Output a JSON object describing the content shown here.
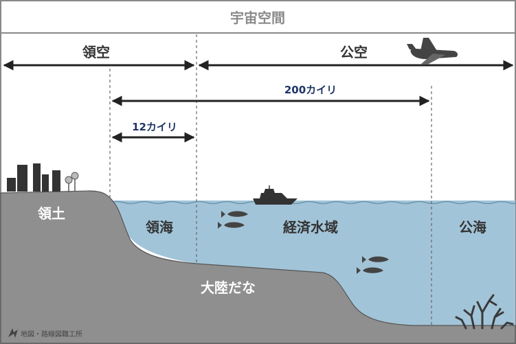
{
  "labels": {
    "space": "宇宙空間",
    "territorial_air": "領空",
    "high_air": "公空",
    "nm200": "200カイリ",
    "nm12": "12カイリ",
    "land": "領土",
    "territorial_sea": "領海",
    "eez": "経済水域",
    "high_sea": "公海",
    "shelf": "大陸だな",
    "credit": "地図・路線図職工所"
  },
  "colors": {
    "land": "#8f8f8f",
    "sea": "#9fc2d6",
    "dark": "#333333",
    "navy": "#1f3466",
    "line": "#666666",
    "title": "#888888"
  },
  "icons": [
    "airplane-icon",
    "ship-icon",
    "fish-icon",
    "city-icon",
    "tree-icon",
    "coral-icon",
    "logo-icon"
  ]
}
